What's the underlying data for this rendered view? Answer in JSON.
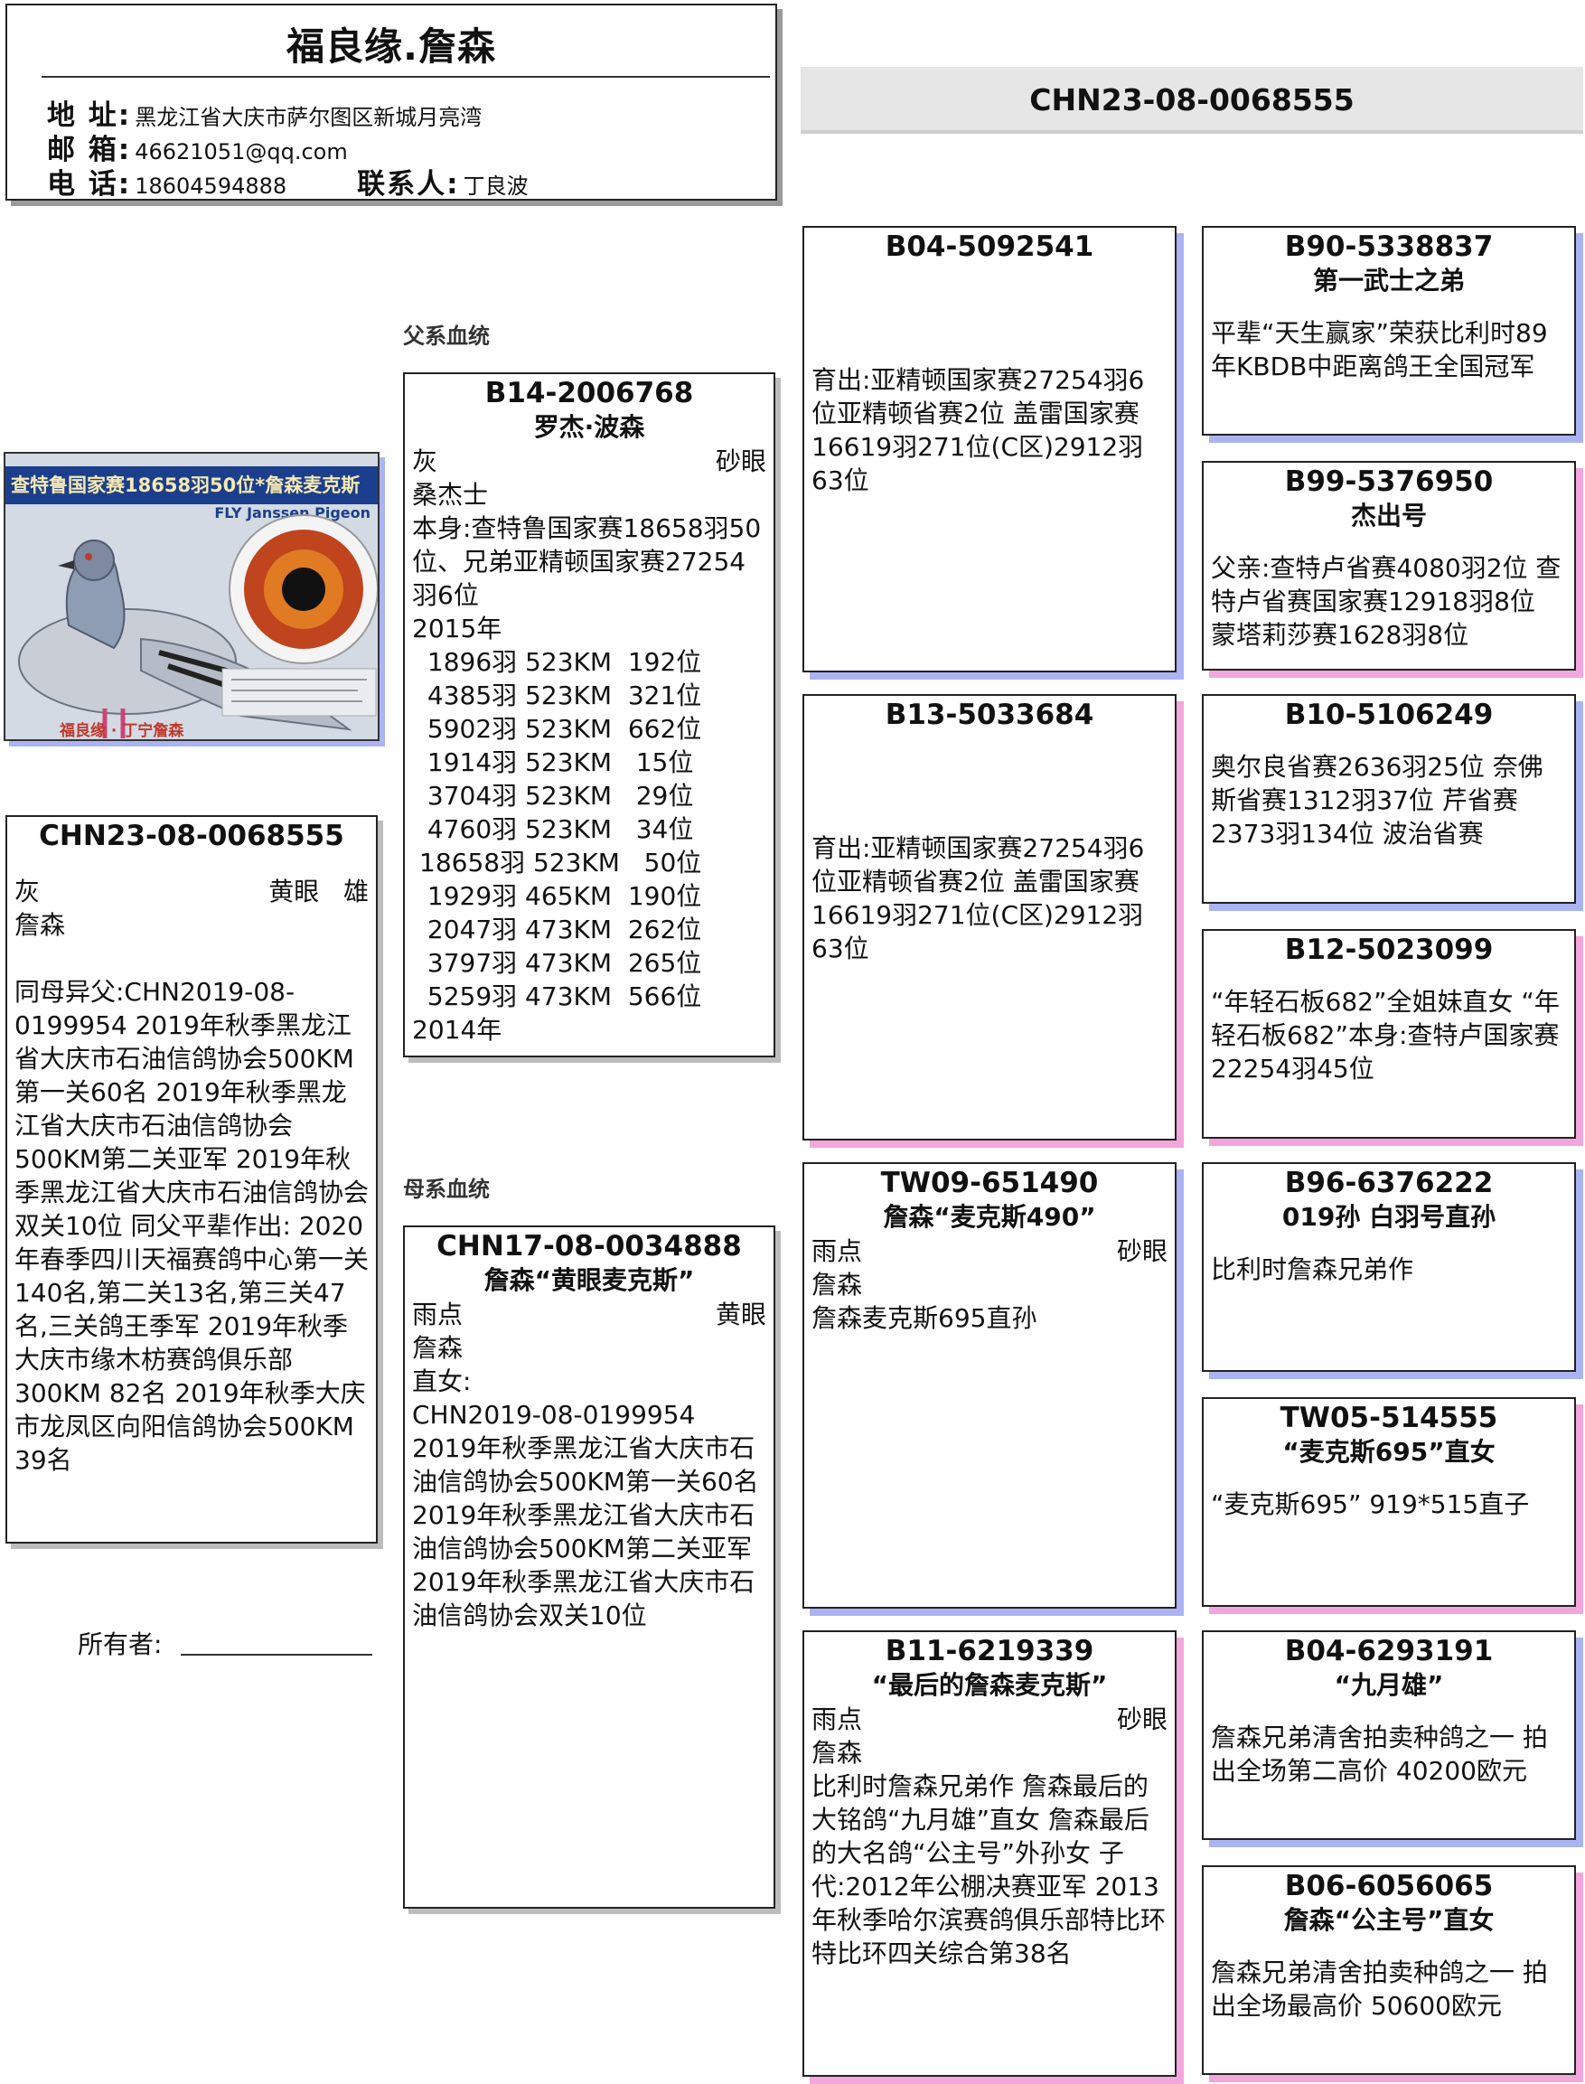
{
  "header": {
    "title": "福良缘.詹森",
    "address_label": "地 址:",
    "address": "黑龙江省大庆市萨尔图区新城月亮湾",
    "email_label": "邮 箱:",
    "email": "46621051@qq.com",
    "phone_label": "电 话:",
    "phone": "18604594888",
    "contact_label": "联系人:",
    "contact": "丁良波"
  },
  "top_code": "CHN23-08-0068555",
  "sections": {
    "paternal": "父系血统",
    "maternal": "母系血统"
  },
  "photo": {
    "banner": "查特鲁国家赛18658羽50位*詹森麦克斯",
    "brand": "FLY Janssen Pigeon",
    "footer": "福良缘 · 丁宁詹森"
  },
  "subject": {
    "ring": "CHN23-08-0068555",
    "color": "灰",
    "eye": "黄眼",
    "sex": "雄",
    "strain": "詹森",
    "desc": "同母异父:CHN2019-08-0199954 2019年秋季黑龙江省大庆市石油信鸽协会500KM第一关60名 2019年秋季黑龙江省大庆市石油信鸽协会500KM第二关亚军 2019年秋季黑龙江省大庆市石油信鸽协会双关10位 同父平辈作出: 2020年春季四川天福赛鸽中心第一关140名,第二关13名,第三关47名,三关鸽王季军 2019年秋季大庆市缘木枋赛鸽俱乐部300KM 82名 2019年秋季大庆市龙凤区向阳信鸽协会500KM 39名"
  },
  "sire": {
    "ring": "B14-2006768",
    "name": "罗杰·波森",
    "color": "灰",
    "eye": "砂眼",
    "strain": "桑杰士",
    "desc": "本身:查特鲁国家赛18658羽50位、兄弟亚精顿国家赛27254羽6位",
    "year1": "2015年",
    "results": [
      " 1896羽 523KM  192位",
      " 4385羽 523KM  321位",
      " 5902羽 523KM  662位",
      " 1914羽 523KM   15位",
      " 3704羽 523KM   29位",
      " 4760羽 523KM   34位",
      "18658羽 523KM   50位",
      " 1929羽 465KM  190位",
      " 2047羽 473KM  262位",
      " 3797羽 473KM  265位",
      " 5259羽 473KM  566位"
    ],
    "year2": "2014年"
  },
  "dam": {
    "ring": "CHN17-08-0034888",
    "name": "詹森“黄眼麦克斯”",
    "color": "雨点",
    "eye": "黄眼",
    "strain": "詹森",
    "desc_title": "直女:",
    "desc": "CHN2019-08-0199954 2019年秋季黑龙江省大庆市石油信鸽协会500KM第一关60名 2019年秋季黑龙江省大庆市石油信鸽协会500KM第二关亚军 2019年秋季黑龙江省大庆市石油信鸽协会双关10位"
  },
  "grandparents": {
    "ss": {
      "ring": "B04-5092541",
      "desc": "育出:亚精顿国家赛27254羽6位亚精顿省赛2位 盖雷国家赛16619羽271位(C区)2912羽63位"
    },
    "sd": {
      "ring": "B13-5033684",
      "desc": "育出:亚精顿国家赛27254羽6位亚精顿省赛2位 盖雷国家赛16619羽271位(C区)2912羽63位"
    },
    "ds": {
      "ring": "TW09-651490",
      "name": "詹森“麦克斯490”",
      "color": "雨点",
      "eye": "砂眼",
      "strain": "詹森",
      "desc": "詹森麦克斯695直孙"
    },
    "dd": {
      "ring": "B11-6219339",
      "name": "“最后的詹森麦克斯”",
      "color": "雨点",
      "eye": "砂眼",
      "strain": "詹森",
      "desc": "比利时詹森兄弟作 詹森最后的大铭鸽“九月雄”直女 詹森最后的大名鸽“公主号”外孙女 子代:2012年公棚决赛亚军 2013年秋季哈尔滨赛鸽俱乐部特比环特比环四关综合第38名"
    }
  },
  "great_grandparents": [
    {
      "ring": "B90-5338837",
      "name": "第一武士之弟",
      "desc": "平辈“天生赢家”荣获比利时89年KBDB中距离鸽王全国冠军"
    },
    {
      "ring": "B99-5376950",
      "name": "杰出号",
      "desc": "父亲:查特卢省赛4080羽2位 查特卢省赛国家赛12918羽8位 蒙塔莉莎赛1628羽8位"
    },
    {
      "ring": "B10-5106249",
      "name": "",
      "desc": "奥尔良省赛2636羽25位 奈佛斯省赛1312羽37位 芹省赛2373羽134位 波治省赛"
    },
    {
      "ring": "B12-5023099",
      "name": "",
      "desc": "“年轻石板682”全姐妹直女 “年轻石板682”本身:查特卢国家赛22254羽45位"
    },
    {
      "ring": "B96-6376222",
      "name": "019孙 白羽号直孙",
      "desc": "比利时詹森兄弟作"
    },
    {
      "ring": "TW05-514555",
      "name": "“麦克斯695”直女",
      "desc": "“麦克斯695” 919*515直子"
    },
    {
      "ring": "B04-6293191",
      "name": "“九月雄”",
      "desc": "詹森兄弟清舍拍卖种鸽之一 拍出全场第二高价 40200欧元"
    },
    {
      "ring": "B06-6056065",
      "name": "詹森“公主号”直女",
      "desc": "詹森兄弟清舍拍卖种鸽之一 拍出全场最高价 50600欧元"
    }
  ],
  "owner_label": "所有者:",
  "colors": {
    "shadow_blue": "#aab4f2",
    "shadow_pink": "#f2a6dc",
    "code_bar": "#e6e6e6"
  }
}
